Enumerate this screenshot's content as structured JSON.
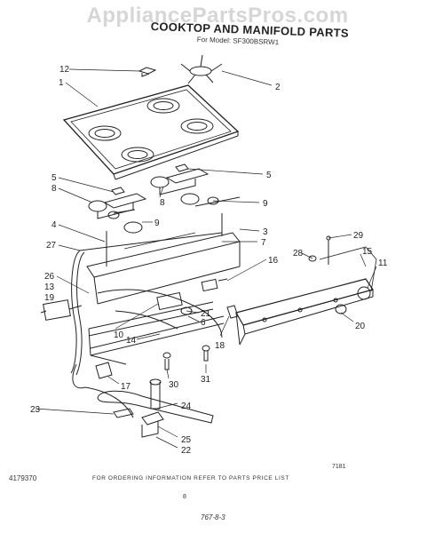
{
  "watermark": "AppliancePartsPros.com",
  "title": "COOKTOP AND MANIFOLD PARTS",
  "model_line": "For Model: SF300BSRW1",
  "doc_number": "4179370",
  "corner_code": "7181",
  "ordering_note": "FOR ORDERING INFORMATION REFER TO PARTS PRICE LIST",
  "page_letter": "8",
  "page_code": "767-8-3",
  "callouts": {
    "c12": "12",
    "c1": "1",
    "c2": "2",
    "c5a": "5",
    "c5b": "5",
    "c8a": "8",
    "c8b": "8",
    "c9a": "9",
    "c9b": "9",
    "c4": "4",
    "c3": "3",
    "c27": "27",
    "c7": "7",
    "c29": "29",
    "c28": "28",
    "c16": "16",
    "c15": "15",
    "c11": "11",
    "c26": "26",
    "c13": "13",
    "c19": "19",
    "c21": "21",
    "c6": "6",
    "c10": "10",
    "c14": "14",
    "c18": "18",
    "c20": "20",
    "c31": "31",
    "c30": "30",
    "c17": "17",
    "c23": "23",
    "c24": "24",
    "c25": "25",
    "c22": "22"
  },
  "colors": {
    "ink": "#222222",
    "watermark": "#d6d6d6",
    "background": "#ffffff"
  }
}
